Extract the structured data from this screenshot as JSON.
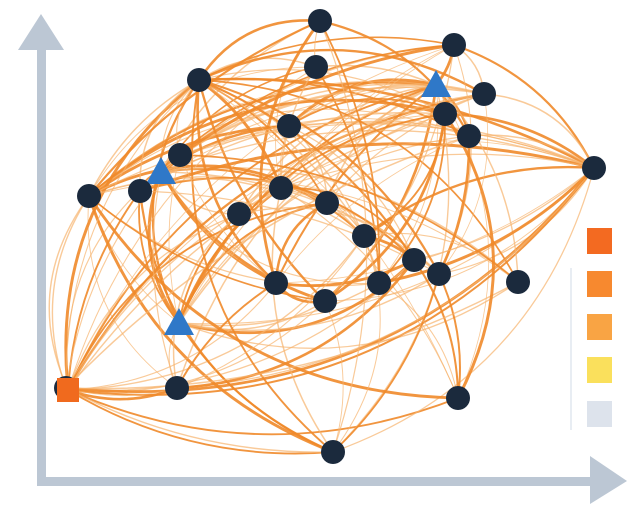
{
  "colors": {
    "axis": "#bcc7d4",
    "edge": "#f08a2a",
    "edge_light": "#f6b46e",
    "node_circle": "#1b2a3d",
    "node_triangle": "#2f78c8",
    "node_square": "#f06a1e",
    "legend": [
      "#f36a21",
      "#f7892f",
      "#f9a444",
      "#fae05c",
      "#dde3ec"
    ]
  },
  "node_shapes": [
    "circle",
    "triangle",
    "square"
  ],
  "nodes": [
    {
      "id": "n1",
      "shape": "circle"
    },
    {
      "id": "n2",
      "shape": "circle"
    },
    {
      "id": "n3",
      "shape": "circle"
    },
    {
      "id": "n4",
      "shape": "triangle"
    },
    {
      "id": "n5",
      "shape": "circle"
    },
    {
      "id": "n6",
      "shape": "circle"
    },
    {
      "id": "n7",
      "shape": "circle"
    },
    {
      "id": "n8",
      "shape": "circle"
    },
    {
      "id": "n9",
      "shape": "circle"
    },
    {
      "id": "n10",
      "shape": "circle"
    },
    {
      "id": "n11",
      "shape": "triangle"
    },
    {
      "id": "n12",
      "shape": "circle"
    },
    {
      "id": "n13",
      "shape": "circle"
    },
    {
      "id": "n14",
      "shape": "circle"
    },
    {
      "id": "n15",
      "shape": "circle"
    },
    {
      "id": "n16",
      "shape": "circle"
    },
    {
      "id": "n17",
      "shape": "circle"
    },
    {
      "id": "n18",
      "shape": "circle"
    },
    {
      "id": "n19",
      "shape": "circle"
    },
    {
      "id": "n20",
      "shape": "circle"
    },
    {
      "id": "n21",
      "shape": "circle"
    },
    {
      "id": "n22",
      "shape": "circle"
    },
    {
      "id": "n23",
      "shape": "circle"
    },
    {
      "id": "n24",
      "shape": "circle"
    },
    {
      "id": "n25",
      "shape": "circle"
    },
    {
      "id": "n26",
      "shape": "triangle"
    },
    {
      "id": "n27",
      "shape": "square"
    },
    {
      "id": "n28",
      "shape": "circle"
    },
    {
      "id": "n29",
      "shape": "circle"
    },
    {
      "id": "n30",
      "shape": "circle"
    }
  ]
}
